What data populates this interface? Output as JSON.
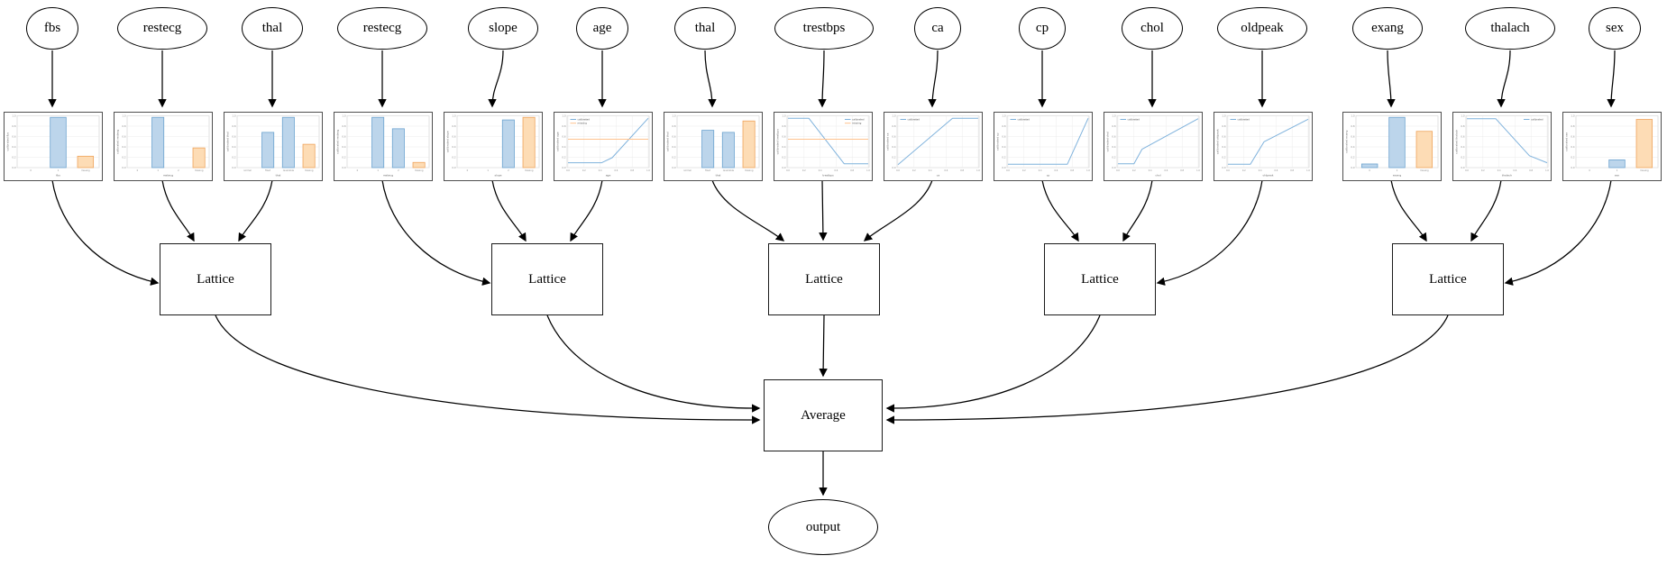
{
  "diagram": {
    "average_label": "Average",
    "output_label": "output",
    "lattices": [
      {
        "label": "Lattice",
        "inputs": [
          "fbs",
          "restecg",
          "thal"
        ]
      },
      {
        "label": "Lattice",
        "inputs": [
          "restecg",
          "slope",
          "age"
        ]
      },
      {
        "label": "Lattice",
        "inputs": [
          "thal",
          "trestbps",
          "ca"
        ]
      },
      {
        "label": "Lattice",
        "inputs": [
          "cp",
          "chol",
          "oldpeak"
        ]
      },
      {
        "label": "Lattice",
        "inputs": [
          "exang",
          "thalach",
          "sex"
        ]
      }
    ]
  },
  "features": [
    {
      "name": "fbs"
    },
    {
      "name": "restecg"
    },
    {
      "name": "thal"
    },
    {
      "name": "restecg"
    },
    {
      "name": "slope"
    },
    {
      "name": "age"
    },
    {
      "name": "thal"
    },
    {
      "name": "trestbps"
    },
    {
      "name": "ca"
    },
    {
      "name": "cp"
    },
    {
      "name": "chol"
    },
    {
      "name": "oldpeak"
    },
    {
      "name": "exang"
    },
    {
      "name": "thalach"
    },
    {
      "name": "sex"
    }
  ],
  "axis": {
    "y_ticks": [
      "0.0",
      "0.2",
      "0.4",
      "0.6",
      "0.8",
      "1.0"
    ],
    "line_x_ticks": [
      "0.0",
      "0.2",
      "0.4",
      "0.6",
      "0.8",
      "1.0"
    ],
    "ylim": [
      0,
      1
    ]
  },
  "legend_labels": {
    "calibrated": "calibrated",
    "missing": "missing"
  },
  "colors": {
    "bar_blue_fill": "#BCD5EB",
    "bar_blue_edge": "#6BA3CF",
    "bar_orange_fill": "#FDDCB5",
    "bar_orange_edge": "#EFA35B",
    "line_blue": "#7FB2DC",
    "line_orange": "#FFC28E",
    "grid": "#e9e9e9",
    "plot_border": "#cccccc",
    "edge": "#000000",
    "tick_text": "#8a8a8a",
    "axis_text": "#666666"
  },
  "chart_data": [
    {
      "type": "bar",
      "feature": "fbs",
      "ylabel": "calibrated fbs",
      "xlabel": "fbs",
      "categories": [
        "0",
        "1",
        "missing"
      ],
      "values": [
        0,
        0.97,
        0.22
      ],
      "bar_colors": [
        "blue",
        "blue",
        "orange"
      ]
    },
    {
      "type": "bar",
      "feature": "restecg",
      "ylabel": "calibrated restecg",
      "xlabel": "restecg",
      "categories": [
        "0",
        "1",
        "2",
        "missing"
      ],
      "values": [
        0,
        0.97,
        0,
        0.38
      ],
      "bar_colors": [
        "blue",
        "blue",
        "blue",
        "orange"
      ]
    },
    {
      "type": "bar",
      "feature": "thal",
      "ylabel": "calibrated thal",
      "xlabel": "thal",
      "categories": [
        "normal",
        "fixed",
        "reversible",
        "missing"
      ],
      "values": [
        0,
        0.68,
        0.97,
        0.45
      ],
      "bar_colors": [
        "blue",
        "blue",
        "blue",
        "orange"
      ]
    },
    {
      "type": "bar",
      "feature": "restecg",
      "ylabel": "calibrated restecg",
      "xlabel": "restecg",
      "categories": [
        "0",
        "1",
        "2",
        "missing"
      ],
      "values": [
        0,
        0.97,
        0.75,
        0.1
      ],
      "bar_colors": [
        "blue",
        "blue",
        "blue",
        "orange"
      ]
    },
    {
      "type": "bar",
      "feature": "slope",
      "ylabel": "calibrated slope",
      "xlabel": "slope",
      "categories": [
        "0",
        "1",
        "2",
        "missing"
      ],
      "values": [
        0,
        0,
        0.92,
        0.97
      ],
      "bar_colors": [
        "blue",
        "blue",
        "blue",
        "orange"
      ]
    },
    {
      "type": "line",
      "feature": "age",
      "ylabel": "calibrated age",
      "xlabel": "age",
      "legend_pos": "top-left",
      "series": [
        {
          "name": "calibrated",
          "color": "blue",
          "points": [
            [
              0,
              0.08
            ],
            [
              0.42,
              0.08
            ],
            [
              0.55,
              0.18
            ],
            [
              1,
              0.97
            ]
          ]
        },
        {
          "name": "missing",
          "color": "orange",
          "points": [
            [
              0,
              0.55
            ],
            [
              1,
              0.55
            ]
          ]
        }
      ]
    },
    {
      "type": "bar",
      "feature": "thal",
      "ylabel": "calibrated thal",
      "xlabel": "thal",
      "categories": [
        "normal",
        "fixed",
        "reversible",
        "missing"
      ],
      "values": [
        0,
        0.72,
        0.68,
        0.9
      ],
      "bar_colors": [
        "blue",
        "blue",
        "blue",
        "orange"
      ]
    },
    {
      "type": "line",
      "feature": "trestbps",
      "ylabel": "calibrated trestbps",
      "xlabel": "trestbps",
      "legend_pos": "top-right",
      "series": [
        {
          "name": "calibrated",
          "color": "blue",
          "points": [
            [
              0,
              0.97
            ],
            [
              0.26,
              0.97
            ],
            [
              0.7,
              0.06
            ],
            [
              1,
              0.06
            ]
          ]
        },
        {
          "name": "missing",
          "color": "orange",
          "points": [
            [
              0,
              0.55
            ],
            [
              1,
              0.55
            ]
          ]
        }
      ]
    },
    {
      "type": "line",
      "feature": "ca",
      "ylabel": "calibrated ca",
      "xlabel": "ca",
      "legend_pos": "top-left",
      "series": [
        {
          "name": "calibrated",
          "color": "blue",
          "points": [
            [
              0,
              0.04
            ],
            [
              0.68,
              0.97
            ],
            [
              1,
              0.97
            ]
          ]
        }
      ]
    },
    {
      "type": "line",
      "feature": "cp",
      "ylabel": "calibrated cp",
      "xlabel": "cp",
      "legend_pos": "top-left",
      "series": [
        {
          "name": "calibrated",
          "color": "blue",
          "points": [
            [
              0,
              0.05
            ],
            [
              0.74,
              0.05
            ],
            [
              1,
              0.97
            ]
          ]
        }
      ]
    },
    {
      "type": "line",
      "feature": "chol",
      "ylabel": "calibrated chol",
      "xlabel": "chol",
      "legend_pos": "top-left",
      "series": [
        {
          "name": "calibrated",
          "color": "blue",
          "points": [
            [
              0,
              0.06
            ],
            [
              0.2,
              0.06
            ],
            [
              0.3,
              0.35
            ],
            [
              1,
              0.96
            ]
          ]
        }
      ]
    },
    {
      "type": "line",
      "feature": "oldpeak",
      "ylabel": "calibrated oldpeak",
      "xlabel": "oldpeak",
      "legend_pos": "top-left",
      "series": [
        {
          "name": "calibrated",
          "color": "blue",
          "points": [
            [
              0,
              0.05
            ],
            [
              0.28,
              0.05
            ],
            [
              0.45,
              0.5
            ],
            [
              1,
              0.95
            ]
          ]
        }
      ]
    },
    {
      "type": "bar",
      "feature": "exang",
      "ylabel": "calibrated exang",
      "xlabel": "exang",
      "categories": [
        "0",
        "1",
        "missing"
      ],
      "values": [
        0.07,
        0.97,
        0.7
      ],
      "bar_colors": [
        "blue",
        "blue",
        "orange"
      ]
    },
    {
      "type": "line",
      "feature": "thalach",
      "ylabel": "calibrated thalach",
      "xlabel": "thalach",
      "legend_pos": "top-right",
      "series": [
        {
          "name": "calibrated",
          "color": "blue",
          "points": [
            [
              0,
              0.96
            ],
            [
              0.36,
              0.96
            ],
            [
              0.78,
              0.22
            ],
            [
              1,
              0.08
            ]
          ]
        }
      ]
    },
    {
      "type": "bar",
      "feature": "sex",
      "ylabel": "calibrated sex",
      "xlabel": "sex",
      "categories": [
        "0",
        "1",
        "missing"
      ],
      "values": [
        0,
        0.15,
        0.93
      ],
      "bar_colors": [
        "blue",
        "blue",
        "orange"
      ]
    }
  ]
}
